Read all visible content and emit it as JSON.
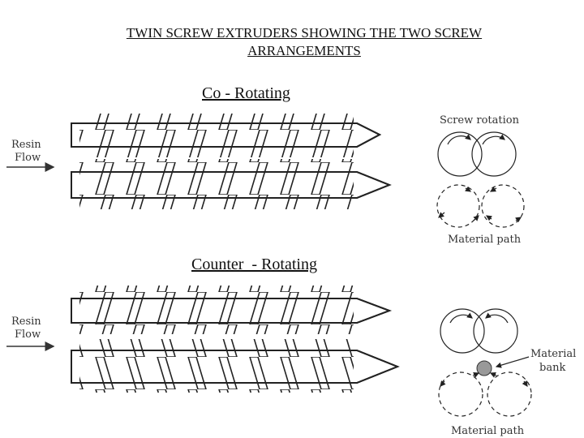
{
  "title_line1": "TWIN SCREW EXTRUDERS SHOWING THE TWO SCREW",
  "title_line2": "ARRANGEMENTS",
  "co_label": "Co - Rotating",
  "counter_label": "Counter  - Rotating",
  "resin_flow_line1": "Resin",
  "resin_flow_line2": "Flow",
  "screw_rotation_label": "Screw rotation",
  "material_path_label": "Material path",
  "material_bank_line1": "Material",
  "material_bank_line2": "bank"
}
